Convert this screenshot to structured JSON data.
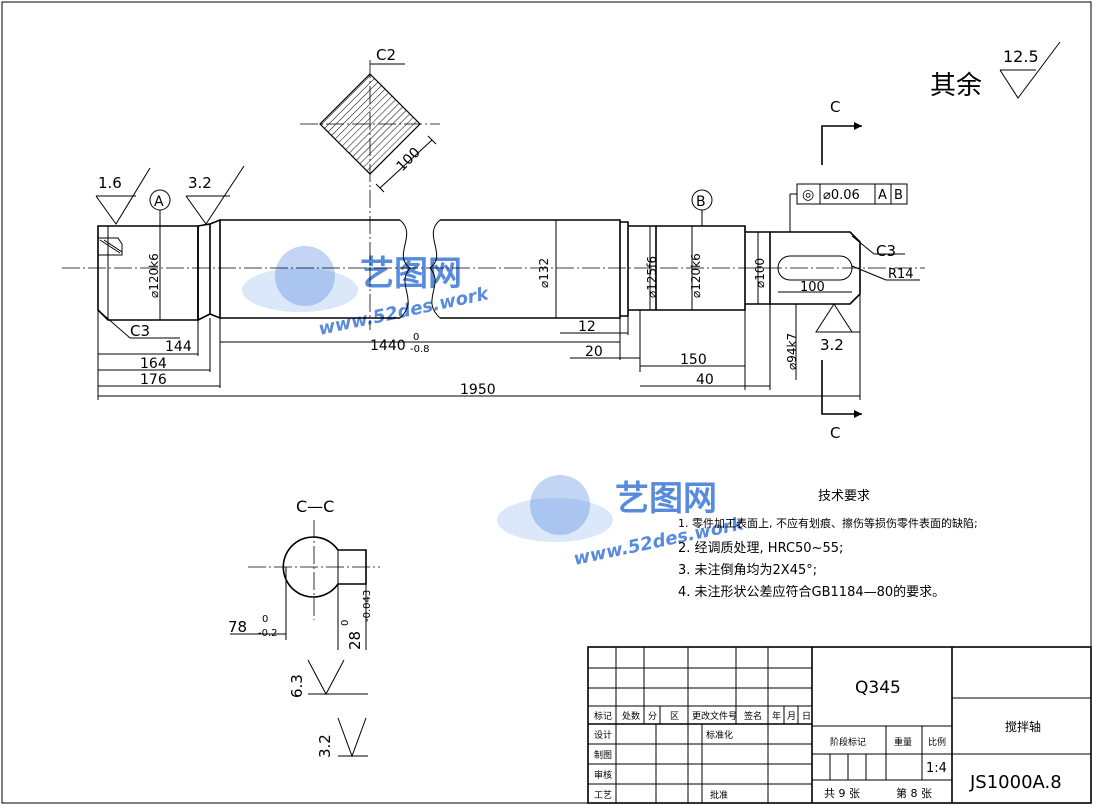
{
  "surface_roughness": {
    "rest_label": "其余",
    "rest_value": "12.5",
    "left_end": "1.6",
    "left_shoulder": "3.2",
    "right_key": "3.2",
    "section_1": "6.3",
    "section_2": "3.2"
  },
  "chamfers": {
    "top_square": "C2",
    "right_end": "C3",
    "left_end": "C3"
  },
  "datums": {
    "a": "A",
    "b": "B"
  },
  "section": {
    "marker_top": "C",
    "marker_bottom": "C",
    "view_title": "C—C",
    "width_base": "78",
    "width_tol_upper": "0",
    "width_tol_lower": "-0.2",
    "key_base": "28",
    "key_tol_upper": "0",
    "key_tol_lower": "-0.043"
  },
  "tolerance_frame": {
    "symbol": "◎",
    "value": "⌀0.06",
    "datum1": "A",
    "datum2": "B"
  },
  "diameters": {
    "d120k6_left": "⌀120k6",
    "d132": "⌀132",
    "d125f6": "⌀125f6",
    "d120k6_right": "⌀120k6",
    "d100": "⌀100",
    "d94k7": "⌀94k7"
  },
  "dimensions": {
    "square": "100",
    "radius": "R14",
    "keyway_len": "100",
    "d144": "144",
    "d164": "164",
    "d176": "176",
    "d1440_base": "1440",
    "d1440_tol_upper": "0",
    "d1440_tol_lower": "-0.8",
    "d12": "12",
    "d20": "20",
    "d150": "150",
    "d40": "40",
    "d1950": "1950"
  },
  "tech_req": {
    "title": "技术要求",
    "items": [
      "1. 零件加工表面上, 不应有划痕、擦伤等损伤零件表面的缺陷;",
      "2. 经调质处理, HRC50~55;",
      "3. 未注倒角均为2X45°;",
      "4. 未注形状公差应符合GB1184—80的要求。"
    ]
  },
  "title_block": {
    "material": "Q345",
    "part_name": "搅拌轴",
    "drawing_no": "JS1000A.8",
    "scale_label": "比例",
    "scale": "1:4",
    "stage_label": "阶段标记",
    "weight_label": "重量",
    "rev_headers": [
      "标记",
      "处数",
      "分",
      "区",
      "更改文件号",
      "签名",
      "年",
      "月",
      "日"
    ],
    "design": "设计",
    "standard": "标准化",
    "drawing": "制图",
    "review": "审核",
    "process": "工艺",
    "approve": "批准",
    "total_sheets": "共 9 张",
    "sheet_no": "第 8 张"
  },
  "watermark": {
    "brand": "艺图网",
    "url": "www.52des.work"
  }
}
